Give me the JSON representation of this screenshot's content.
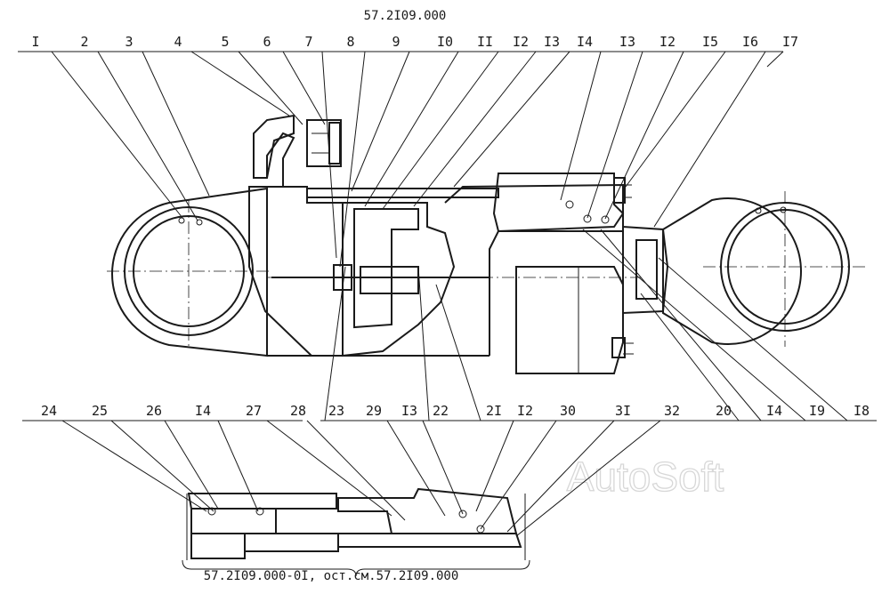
{
  "drawing": {
    "title": "57.2I09.000",
    "variant_caption": "57.2I09.000-0I, ост.см.57.2I09.000",
    "watermark": "AutoSoft"
  },
  "top_callouts": [
    "I",
    "2",
    "3",
    "4",
    "5",
    "6",
    "7",
    "8",
    "9",
    "I0",
    "II",
    "I2",
    "I3",
    "I4",
    "I3",
    "I2",
    "I5",
    "I6",
    "I7"
  ],
  "bottom_callouts": [
    "23",
    "22",
    "2I",
    "20",
    "I4",
    "I9",
    "I8"
  ],
  "lower_callouts": [
    "24",
    "25",
    "26",
    "I4",
    "27",
    "28",
    "29",
    "I3",
    "I2",
    "30",
    "3I",
    "32"
  ]
}
